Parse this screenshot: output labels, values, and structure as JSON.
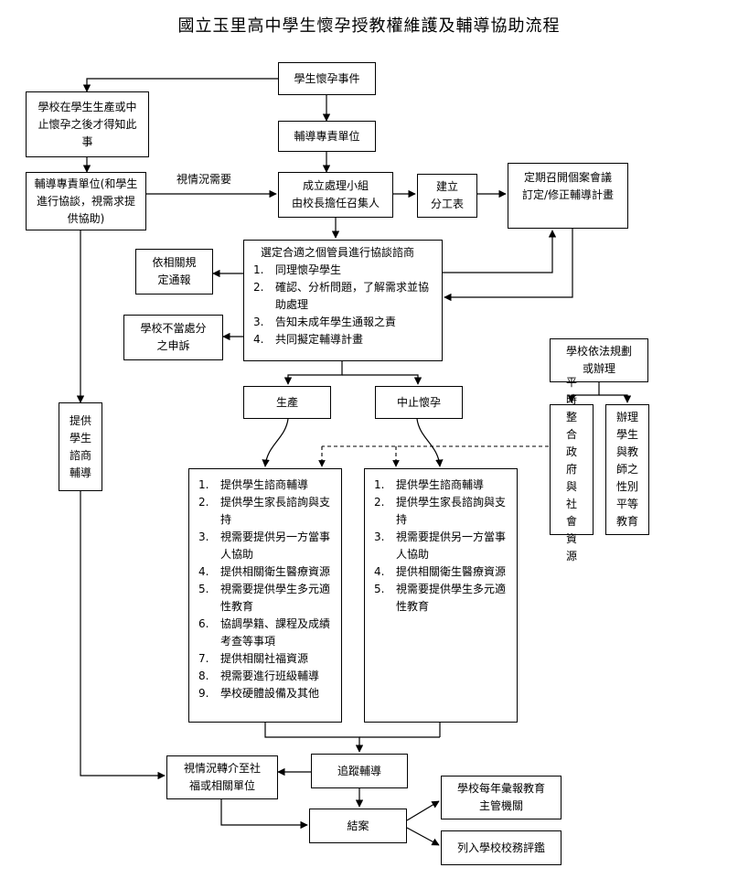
{
  "title": "國立玉里高中學生懷孕授教權維護及輔導協助流程",
  "nodes": {
    "event": "學生懷孕事件",
    "school_aware": "學校在學生生產或中止懷孕之後才得知此事",
    "unit_top": "輔導專責單位",
    "unit_left": "輔導專責單位(和學生進行協談，視需求提供協助)",
    "as_needed": "視情況需要",
    "team": [
      "成立處理小組",
      "由校長擔任召集人"
    ],
    "division": [
      "建立",
      "分工表"
    ],
    "meeting": [
      "定期召開個案會議",
      "訂定/修正輔導計畫"
    ],
    "notify": [
      "依相關規",
      "定通報"
    ],
    "appeal": [
      "學校不當處分",
      "之申訴"
    ],
    "consult_title": "選定合適之個管員進行協談諮商",
    "consult_items": [
      "同理懷孕學生",
      "確認、分析問題，了解需求並協助處理",
      "告知未成年學生通報之責",
      "共同擬定輔導計畫"
    ],
    "provide": "提供學生諮商輔導",
    "birth": "生產",
    "abort": "中止懷孕",
    "birth_items": [
      "提供學生諮商輔導",
      "提供學生家長諮詢與支持",
      "視需要提供另一方當事人協助",
      "提供相關衛生醫療資源",
      "視需要提供學生多元適性教育",
      "協調學籍、課程及成績考查等事項",
      "提供相關社福資源",
      "視需要進行班級輔導",
      "學校硬體設備及其他"
    ],
    "abort_items": [
      "提供學生諮商輔導",
      "提供學生家長諮詢與支持",
      "視需要提供另一方當事人協助",
      "提供相關衛生醫療資源",
      "視需要提供學生多元適性教育"
    ],
    "law": [
      "學校依法規劃",
      "或辦理"
    ],
    "integrate": "平時整合政府與社會資源",
    "gender_edu": "辦理學生與教師之性別平等教育",
    "referral": [
      "視情況轉介至社",
      "福或相關單位"
    ],
    "follow": "追蹤輔導",
    "close": "結案",
    "report": [
      "學校每年彙報教育",
      "主管機關"
    ],
    "eval": "列入學校校務評鑑"
  }
}
